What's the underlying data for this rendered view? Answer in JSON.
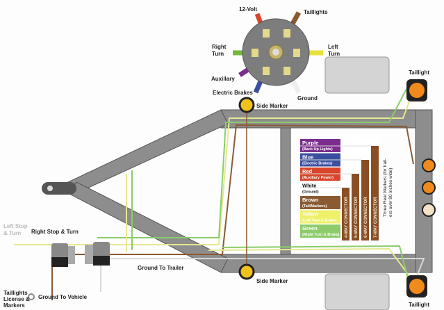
{
  "connector_pins": {
    "v12": "12-Volt",
    "taillights": "Taillights",
    "right_turn_1": "Right",
    "right_turn_2": "Turn",
    "left_turn_1": "Left",
    "left_turn_2": "Turn",
    "auxiliary": "Auxillary",
    "electric_brakes": "Electric Brakes",
    "ground": "Ground"
  },
  "labels": {
    "taillight_top": "Taillight",
    "taillight_bottom": "Taillight",
    "side_marker_top": "Side Marker",
    "side_marker_bottom": "Side Marker",
    "ground_to_trailer": "Ground To Trailer",
    "left_stop_1": "Left Stop",
    "left_stop_2": "& Turn",
    "right_stop": "Right Stop & Turn",
    "taillights_1": "Taillights",
    "taillights_2": "License &",
    "taillights_3": "Markers",
    "ground_to_vehicle": "Ground To Vehicle",
    "rear_markers_1": "Three Rear Markers (for trail-",
    "rear_markers_2": "ers over 80 inches wide)"
  },
  "legend": [
    {
      "name": "Purple",
      "desc": "(Back Up Lights)",
      "color": "#7a2d8c",
      "text": "#fff"
    },
    {
      "name": "Blue",
      "desc": "(Electric Brakes)",
      "color": "#3b4fa0",
      "text": "#fff"
    },
    {
      "name": "Red",
      "desc": "(Auxiliary Power)",
      "color": "#d9452a",
      "text": "#fff"
    },
    {
      "name": "White",
      "desc": "(Ground)",
      "color": "#ffffff",
      "text": "#111"
    },
    {
      "name": "Brown",
      "desc": "(Tail/Markers)",
      "color": "#8a5a33",
      "text": "#fff"
    },
    {
      "name": "Yellow",
      "desc": "(Left Turn & Brake)",
      "color": "#eef06a",
      "text": "#fff"
    },
    {
      "name": "Green",
      "desc": "(Right Turn & Brake)",
      "color": "#8ccc6a",
      "text": "#fff"
    }
  ],
  "connectors": [
    "4-WAY CONNECTOR",
    "5-WAY CONNECTOR",
    "6-WAY CONNECTOR",
    "7-WAY CONNECTOR"
  ]
}
